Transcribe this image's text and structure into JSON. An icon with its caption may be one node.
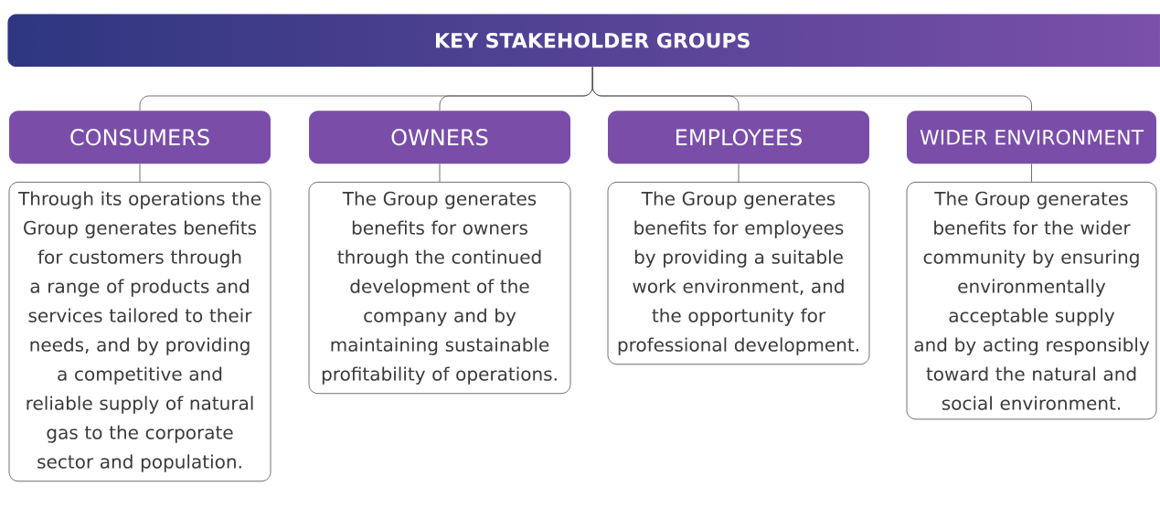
{
  "diagram": {
    "nodes": [
      {
        "text": [
          "KEY STAKEHOLDER GROUPS"
        ]
      },
      {
        "text": [
          "CONSUMERS"
        ]
      },
      {
        "text": [
          "OWNERS"
        ]
      },
      {
        "text": [
          "EMPLOYEES"
        ]
      },
      {
        "text": [
          "WIDER ENVIRONMENT"
        ]
      },
      {
        "text": [
          "Through its operations the Group generates benefits for customers through a range of products and services tailored to their needs, and by providing a competitive and reliable supply of natural gas to the corporate sector and population."
        ]
      },
      {
        "text": [
          "The Group generates benefits for owners through the continued development of the company and by maintaining sustainable profitability of operations."
        ]
      },
      {
        "text": [
          "The Group generates benefits for employees by providing a suitable work environment, and the opportunity for professional development."
        ]
      },
      {
        "text": [
          "The Group generates benefits for the wider community by ensuring environmentally acceptable supply and by acting responsibly toward the natural and social environment."
        ]
      }
    ],
    "edges": [
      {
        "from": 0,
        "to": 1,
        "arrow": "none"
      },
      {
        "from": 0,
        "to": 2,
        "arrow": "none"
      },
      {
        "from": 0,
        "to": 3,
        "arrow": "none"
      },
      {
        "from": 0,
        "to": 4,
        "arrow": "none"
      },
      {
        "from": 1,
        "to": 5,
        "arrow": "none"
      },
      {
        "from": 2,
        "to": 6,
        "arrow": "none"
      },
      {
        "from": 3,
        "to": 7,
        "arrow": "none"
      },
      {
        "from": 4,
        "to": 8,
        "arrow": "none"
      }
    ]
  }
}
